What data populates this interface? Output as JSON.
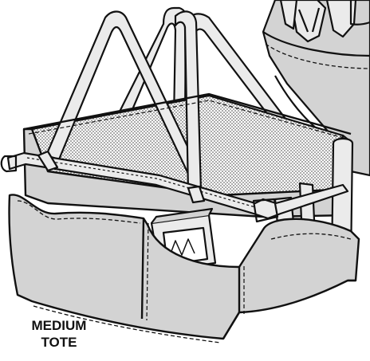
{
  "caption": {
    "line1": "MEDIUM",
    "line2": "TOTE"
  },
  "colors": {
    "ink": "#111111",
    "canvas": "#d3d3d3",
    "strap": "#ebebeb",
    "liner_dots": "#6f6f6f",
    "background": "#ffffff"
  },
  "icons": [
    "tote-bag-illustration",
    "tools-illustration",
    "box-illustration"
  ]
}
